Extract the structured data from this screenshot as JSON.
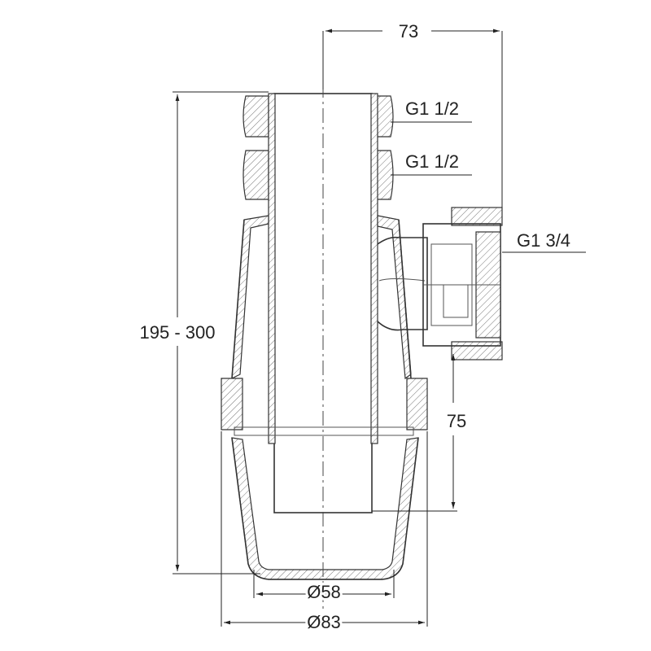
{
  "dimensions": {
    "top_offset": "73",
    "thread_upper": "G1 1/2",
    "thread_lower": "G1 1/2",
    "thread_outlet": "G1 3/4",
    "height_range": "195 - 300",
    "outlet_height": "75",
    "inner_diameter": "Ø58",
    "outer_diameter": "Ø83"
  },
  "colors": {
    "line": "#333333",
    "background": "#ffffff"
  }
}
